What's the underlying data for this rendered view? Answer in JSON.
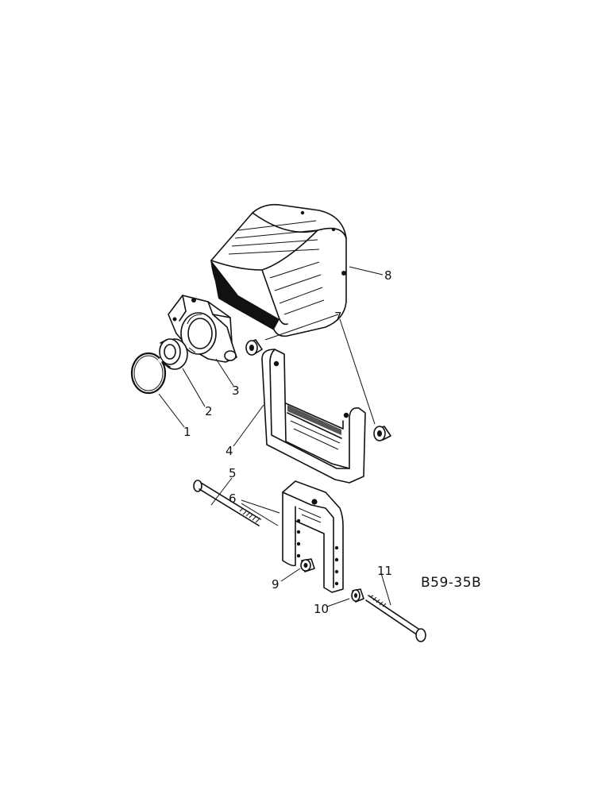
{
  "diagram": {
    "reference_code": "B59-35B",
    "callouts": [
      {
        "id": "1",
        "text": "1"
      },
      {
        "id": "2",
        "text": "2"
      },
      {
        "id": "3",
        "text": "3"
      },
      {
        "id": "4",
        "text": "4"
      },
      {
        "id": "5",
        "text": "5"
      },
      {
        "id": "6",
        "text": "6"
      },
      {
        "id": "7",
        "text": "7"
      },
      {
        "id": "8",
        "text": "8"
      },
      {
        "id": "9",
        "text": "9"
      },
      {
        "id": "10",
        "text": "10"
      },
      {
        "id": "11",
        "text": "11"
      }
    ]
  }
}
